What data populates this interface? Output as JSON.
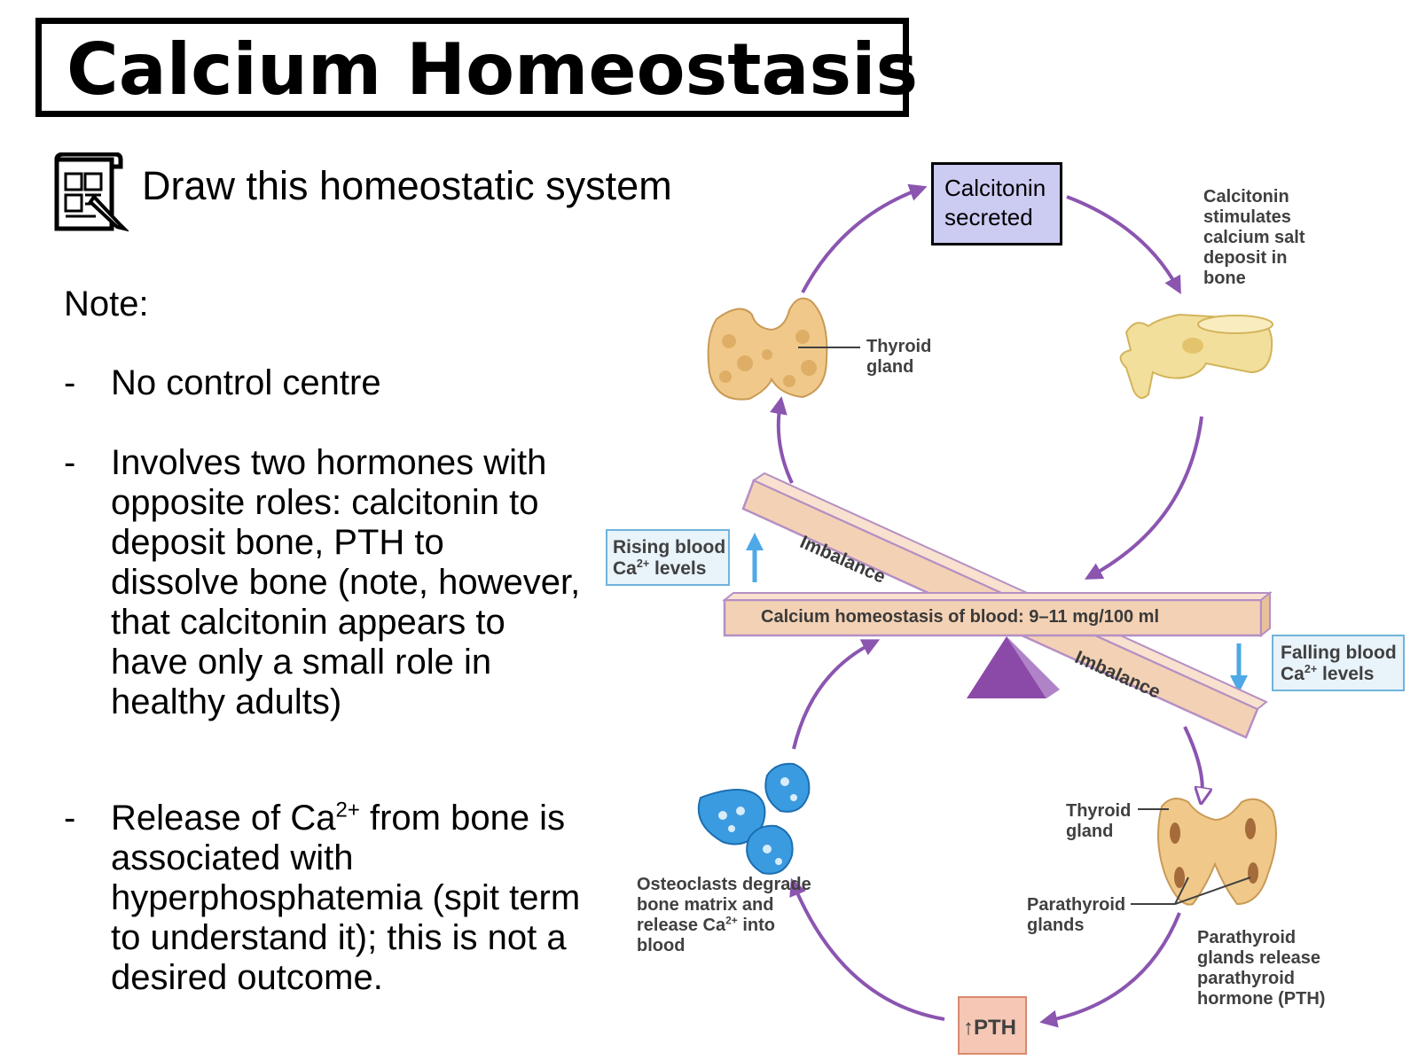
{
  "title": "Calcium Homeostasis",
  "instruction": {
    "icon": "drawing-plan-icon",
    "text": "Draw this homeostatic system"
  },
  "notes": {
    "label": "Note:",
    "bullet_marker": "-",
    "items": [
      "No control centre",
      "Involves two hormones with opposite roles: calcitonin to deposit bone, PTH to dissolve bone (note, however, that calcitonin appears to have only a small role in healthy adults)",
      {
        "prefix": "Release of Ca",
        "superscript": "2+",
        "suffix": " from bone is associated with hyperphosphatemia (spit term to understand it); this is not a desired outcome."
      }
    ]
  },
  "diagram": {
    "calcitonin_box": "Calcitonin secreted",
    "calcitonin_effect": "Calcitonin stimulates calcium salt deposit in bone",
    "thyroid_top_label": "Thyroid gland",
    "rising": {
      "prefix": "Rising blood",
      "line2_prefix": "Ca",
      "sup": "2+",
      "line2_suffix": " levels"
    },
    "falling": {
      "prefix": "Falling blood",
      "line2_prefix": "Ca",
      "sup": "2+",
      "line2_suffix": " levels"
    },
    "imbalance_upper": "Imbalance",
    "imbalance_lower": "Imbalance",
    "setpoint": "Calcium homeostasis of blood: 9–11 mg/100 ml",
    "thyroid_bottom_label": "Thyroid gland",
    "parathyroid_label": "Parathyroid glands",
    "pth_release": "Parathyroid glands release parathyroid hormone (PTH)",
    "pth_box": "PTH",
    "osteoclasts": {
      "text": "Osteoclasts degrade bone matrix and release",
      "last_prefix": "Ca",
      "sup": "2+",
      "last_suffix": " into blood"
    },
    "colors": {
      "arrow": "#8b55b0",
      "beam_fill": "#f3d1b4",
      "beam_border": "#b58fc4",
      "fulcrum": "#8c4aa8",
      "calcitonin_fill": "#cccbf2",
      "blue_box_fill": "#e8f3fa",
      "blue_arrow": "#4ea9e6",
      "pth_fill": "#f5c7b4"
    }
  }
}
